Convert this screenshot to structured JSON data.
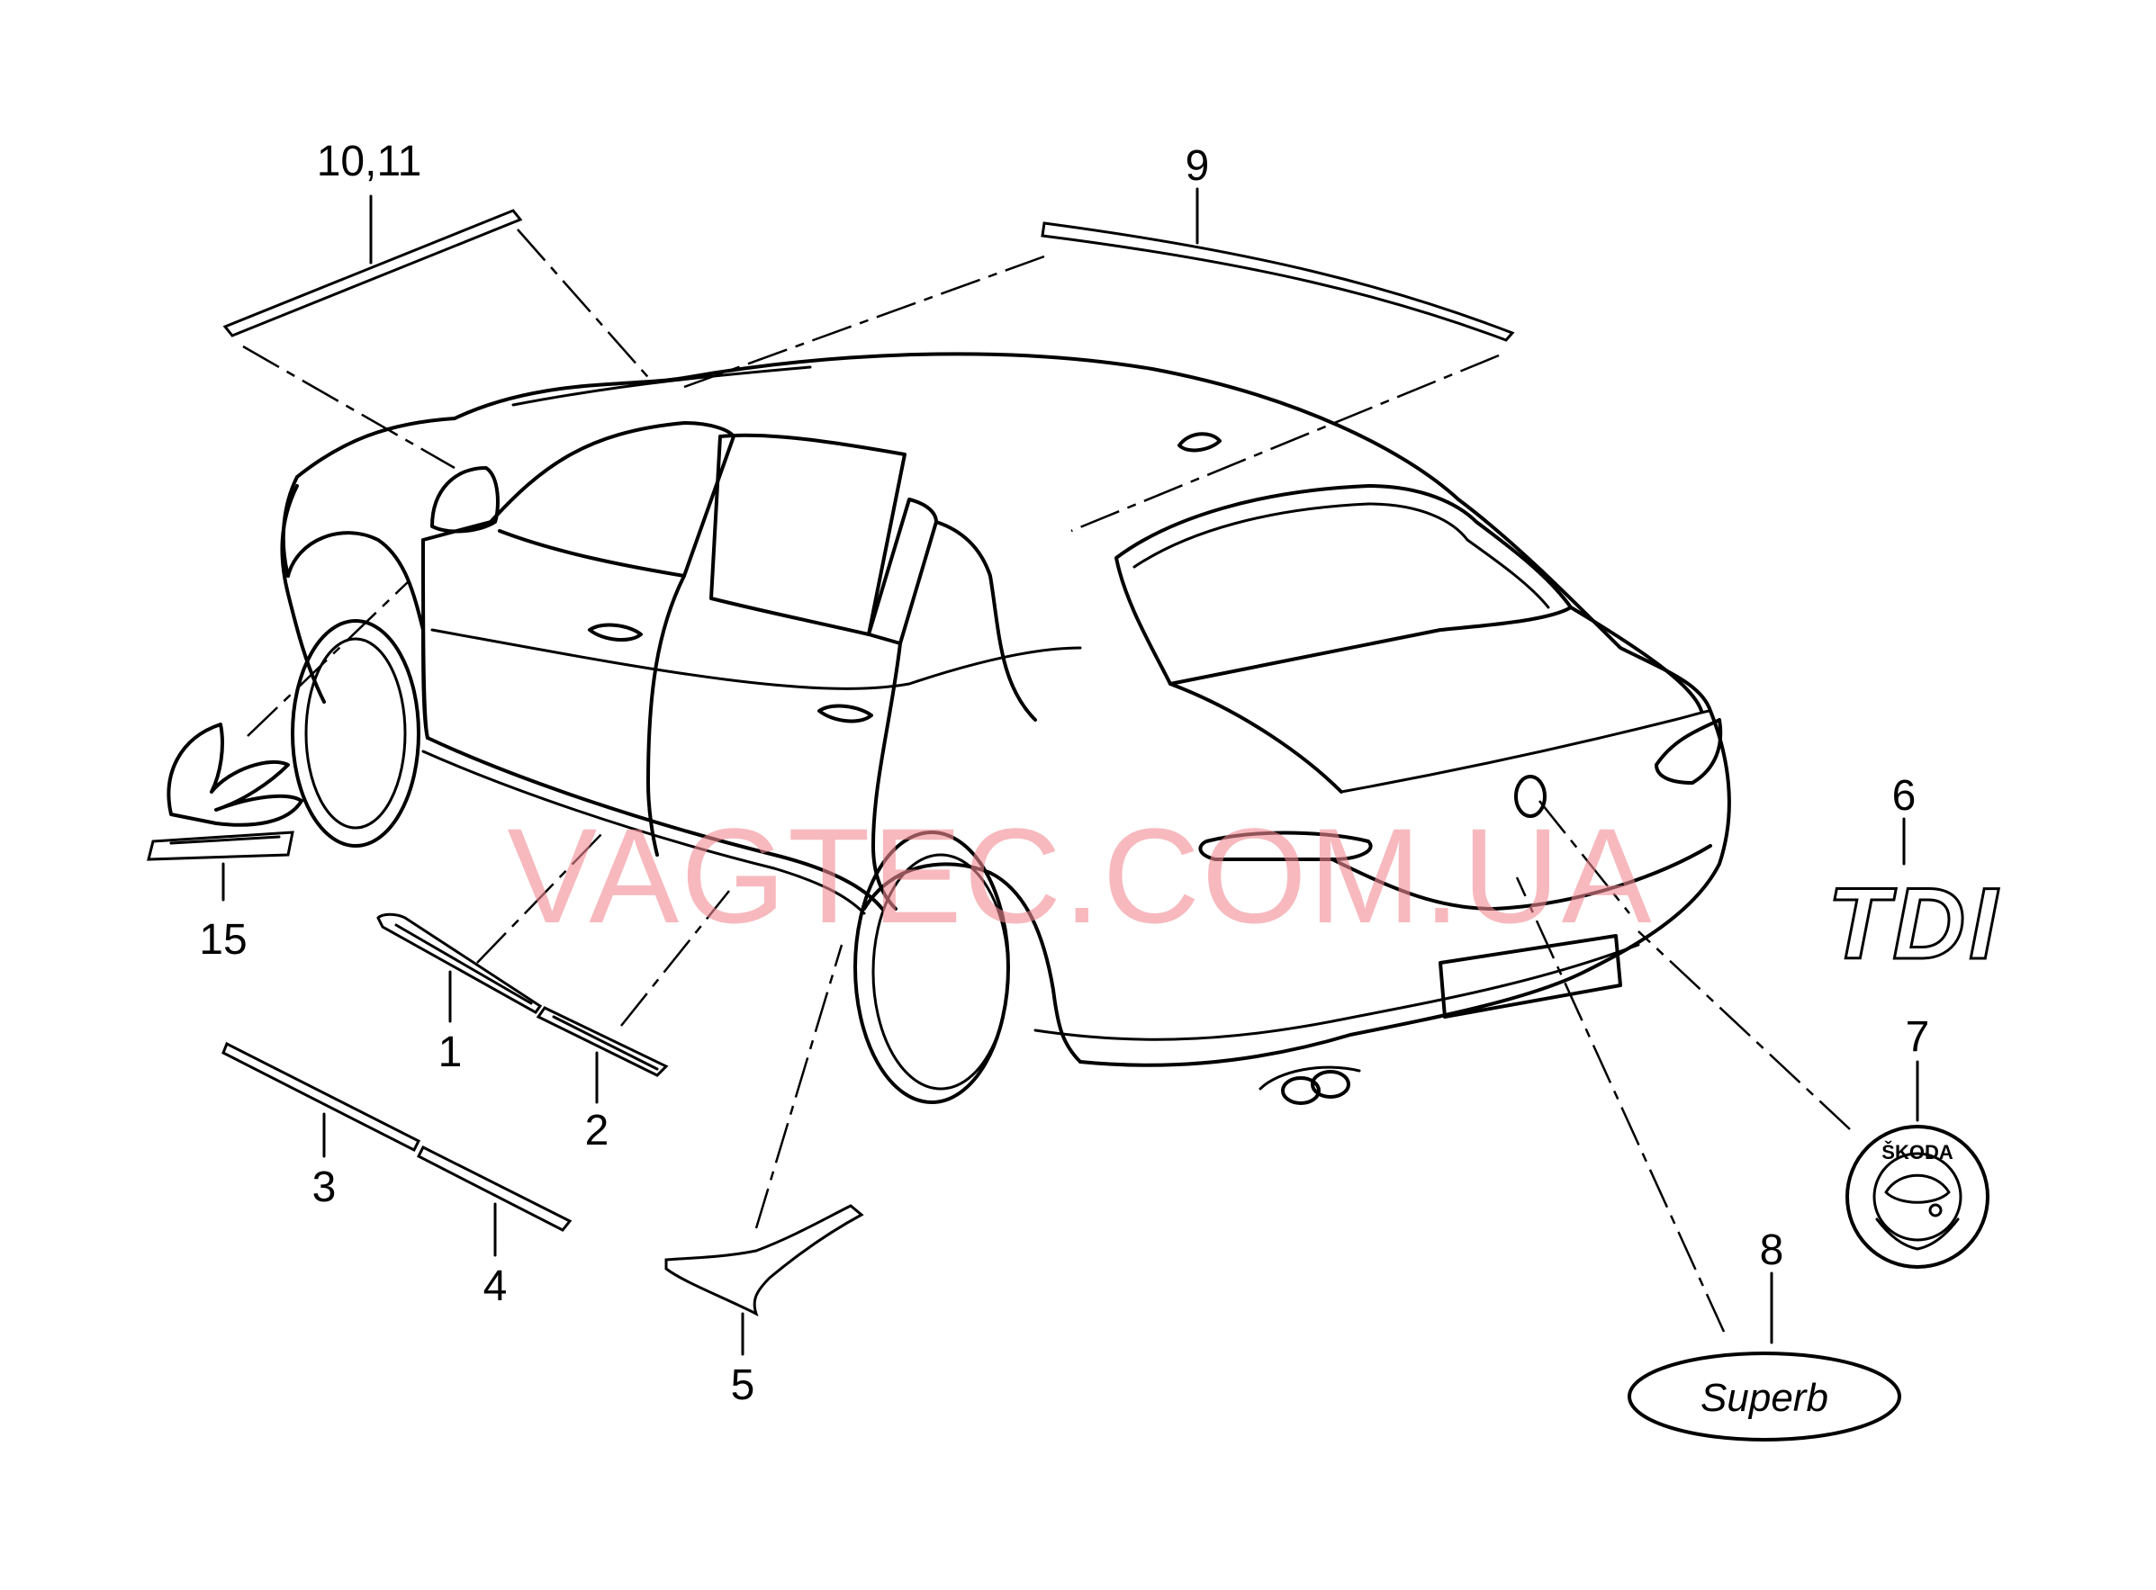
{
  "labels": {
    "p1": "1",
    "p2": "2",
    "p3": "3",
    "p4": "4",
    "p5": "5",
    "p6": "6",
    "p7": "7",
    "p8": "8",
    "p9": "9",
    "p10_11": "10,11",
    "p15": "15"
  },
  "badges": {
    "tdi": "TDI",
    "superb": "Superb",
    "skoda": "ŠKODA"
  },
  "watermark": "VAGTEC.COM.UA",
  "colors": {
    "line": "#000000",
    "watermark": "#f28a92",
    "background": "#ffffff"
  }
}
